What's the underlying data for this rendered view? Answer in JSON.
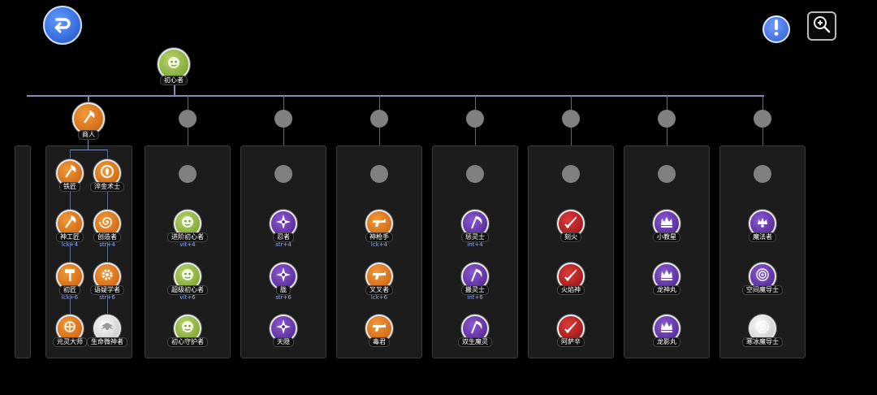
{
  "root": {
    "label": "初心者",
    "color": "green",
    "icon_name": "beginner-face-icon"
  },
  "top_buttons": {
    "back": "back-arrow-icon",
    "info": "exclamation-icon",
    "zoom": "zoom-in-icon"
  },
  "branch1": {
    "head": {
      "label": "商人",
      "color": "orange",
      "icon_name": "axe-icon"
    },
    "nodes": [
      {
        "label": "铁匠",
        "color": "orange",
        "icon_name": "axe-icon",
        "req": ""
      },
      {
        "label": "淬金术士",
        "color": "orange",
        "icon_name": "flame-icon",
        "req": ""
      },
      {
        "label": "神工匠",
        "color": "orange",
        "icon_name": "axe-icon",
        "req": "lck+4"
      },
      {
        "label": "创造者",
        "color": "orange",
        "icon_name": "spiral-icon",
        "req": "str+4"
      },
      {
        "label": "初匠",
        "color": "orange",
        "icon_name": "hammer-icon",
        "req": "lck+6"
      },
      {
        "label": "语疑学者",
        "color": "orange",
        "icon_name": "gear-icon",
        "req": "str+6"
      },
      {
        "label": "元灵大师",
        "color": "orange",
        "icon_name": "orb-icon",
        "req": ""
      },
      {
        "label": "生命微神者",
        "color": "white",
        "icon_name": "wings-icon",
        "req": ""
      }
    ]
  },
  "columns": [
    {
      "nodes": [
        {
          "label": "进阶初心者",
          "color": "green",
          "icon_name": "beginner-face-icon",
          "req": "vit+4"
        },
        {
          "label": "超级初心者",
          "color": "green",
          "icon_name": "beginner-face-icon",
          "req": "vit+6"
        },
        {
          "label": "初心守护者",
          "color": "green",
          "icon_name": "beginner-face-icon",
          "req": ""
        }
      ]
    },
    {
      "nodes": [
        {
          "label": "忍者",
          "color": "purple",
          "icon_name": "shuriken-icon",
          "req": "str+4"
        },
        {
          "label": "胧",
          "color": "purple",
          "icon_name": "shuriken-icon",
          "req": "str+6"
        },
        {
          "label": "天隠",
          "color": "purple",
          "icon_name": "shuriken-icon",
          "req": ""
        }
      ]
    },
    {
      "nodes": [
        {
          "label": "神枪手",
          "color": "orange",
          "icon_name": "gun-icon",
          "req": "lck+4"
        },
        {
          "label": "叉叉者",
          "color": "orange",
          "icon_name": "gun-icon",
          "req": "lck+6"
        },
        {
          "label": "毒君",
          "color": "orange",
          "icon_name": "gun-icon",
          "req": ""
        }
      ]
    },
    {
      "nodes": [
        {
          "label": "惩灵士",
          "color": "purple",
          "icon_name": "scythe-icon",
          "req": "int+4"
        },
        {
          "label": "搬灵士",
          "color": "purple",
          "icon_name": "scythe-icon",
          "req": "int+6"
        },
        {
          "label": "双生魔灵",
          "color": "purple",
          "icon_name": "scythe-icon",
          "req": ""
        }
      ]
    },
    {
      "nodes": [
        {
          "label": "刻火",
          "color": "red",
          "icon_name": "sword-icon",
          "req": ""
        },
        {
          "label": "火焰神",
          "color": "red",
          "icon_name": "sword-icon",
          "req": ""
        },
        {
          "label": "阿萨辛",
          "color": "red",
          "icon_name": "sword-icon",
          "req": ""
        }
      ]
    },
    {
      "nodes": [
        {
          "label": "小教星",
          "color": "purple",
          "icon_name": "crown-icon",
          "req": ""
        },
        {
          "label": "龙神丸",
          "color": "purple",
          "icon_name": "crown-icon",
          "req": ""
        },
        {
          "label": "龙影丸",
          "color": "purple",
          "icon_name": "crown-icon",
          "req": ""
        }
      ]
    },
    {
      "nodes": [
        {
          "label": "魔法者",
          "color": "purple",
          "icon_name": "magic-crown-icon",
          "req": ""
        },
        {
          "label": "空间魔导士",
          "color": "purple",
          "icon_name": "magic-swirl-icon",
          "req": ""
        },
        {
          "label": "寒冰魔导士",
          "color": "white",
          "icon_name": "magic-swirl-icon",
          "req": ""
        }
      ]
    }
  ]
}
